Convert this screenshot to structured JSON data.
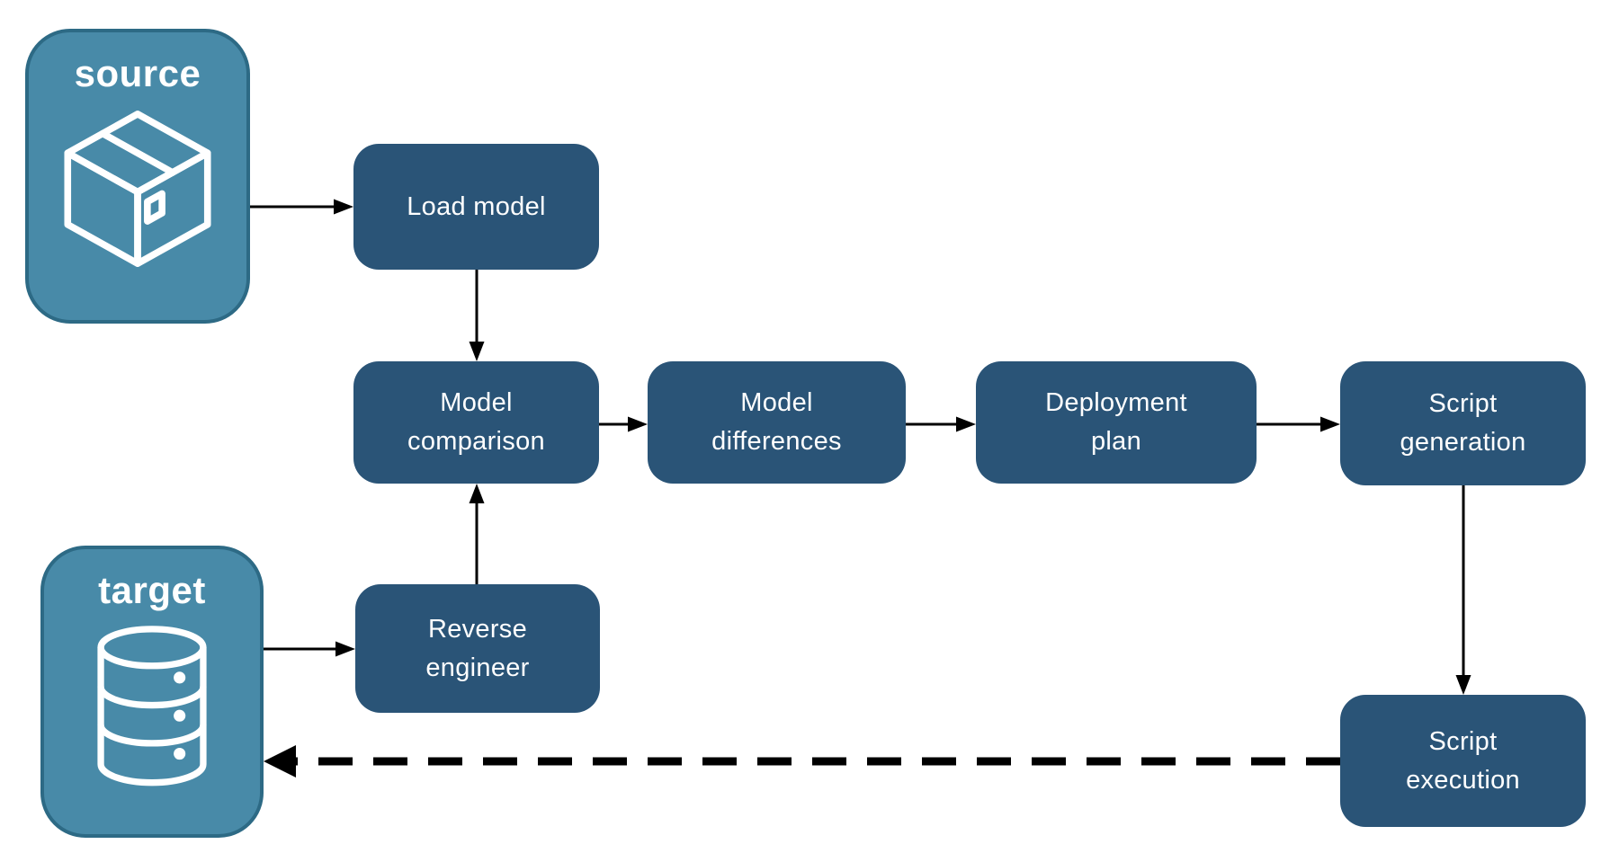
{
  "diagram": {
    "endpoints": {
      "source": {
        "label": "source",
        "icon": "package-icon"
      },
      "target": {
        "label": "target",
        "icon": "database-icon"
      }
    },
    "nodes": {
      "load_model": {
        "label": "Load model"
      },
      "model_comparison": {
        "line1": "Model",
        "line2": "comparison"
      },
      "model_differences": {
        "line1": "Model",
        "line2": "differences"
      },
      "deployment_plan": {
        "line1": "Deployment",
        "line2": "plan"
      },
      "script_generation": {
        "line1": "Script",
        "line2": "generation"
      },
      "reverse_engineer": {
        "line1": "Reverse",
        "line2": "engineer"
      },
      "script_execution": {
        "line1": "Script",
        "line2": "execution"
      }
    },
    "colors": {
      "background": "#FFFFFF",
      "node_fill": "#2A5477",
      "endpoint_fill": "#488AA8",
      "endpoint_border": "#2D6A85",
      "arrow": "#000000",
      "text": "#FFFFFF"
    }
  }
}
